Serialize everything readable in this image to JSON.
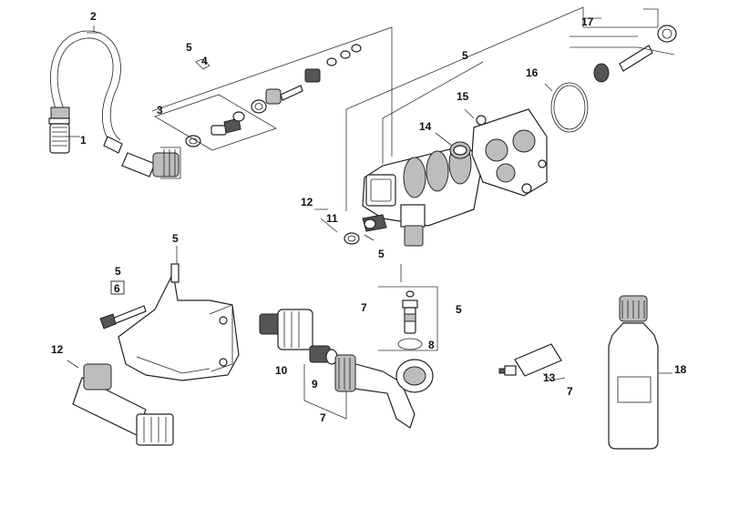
{
  "diagram": {
    "labels": {
      "l1": "1",
      "l2": "2",
      "l3": "3",
      "l4": "4",
      "l5a": "5",
      "l5b": "5",
      "l5c": "5",
      "l5d": "5",
      "l5e": "5",
      "l5f": "5",
      "l6": "6",
      "l7a": "7",
      "l7b": "7",
      "l7c": "7",
      "l8": "8",
      "l9": "9",
      "l10": "10",
      "l11": "11",
      "l12a": "12",
      "l12b": "12",
      "l13": "13",
      "l14": "14",
      "l15": "15",
      "l16": "16",
      "l17": "17",
      "l18": "18"
    }
  }
}
